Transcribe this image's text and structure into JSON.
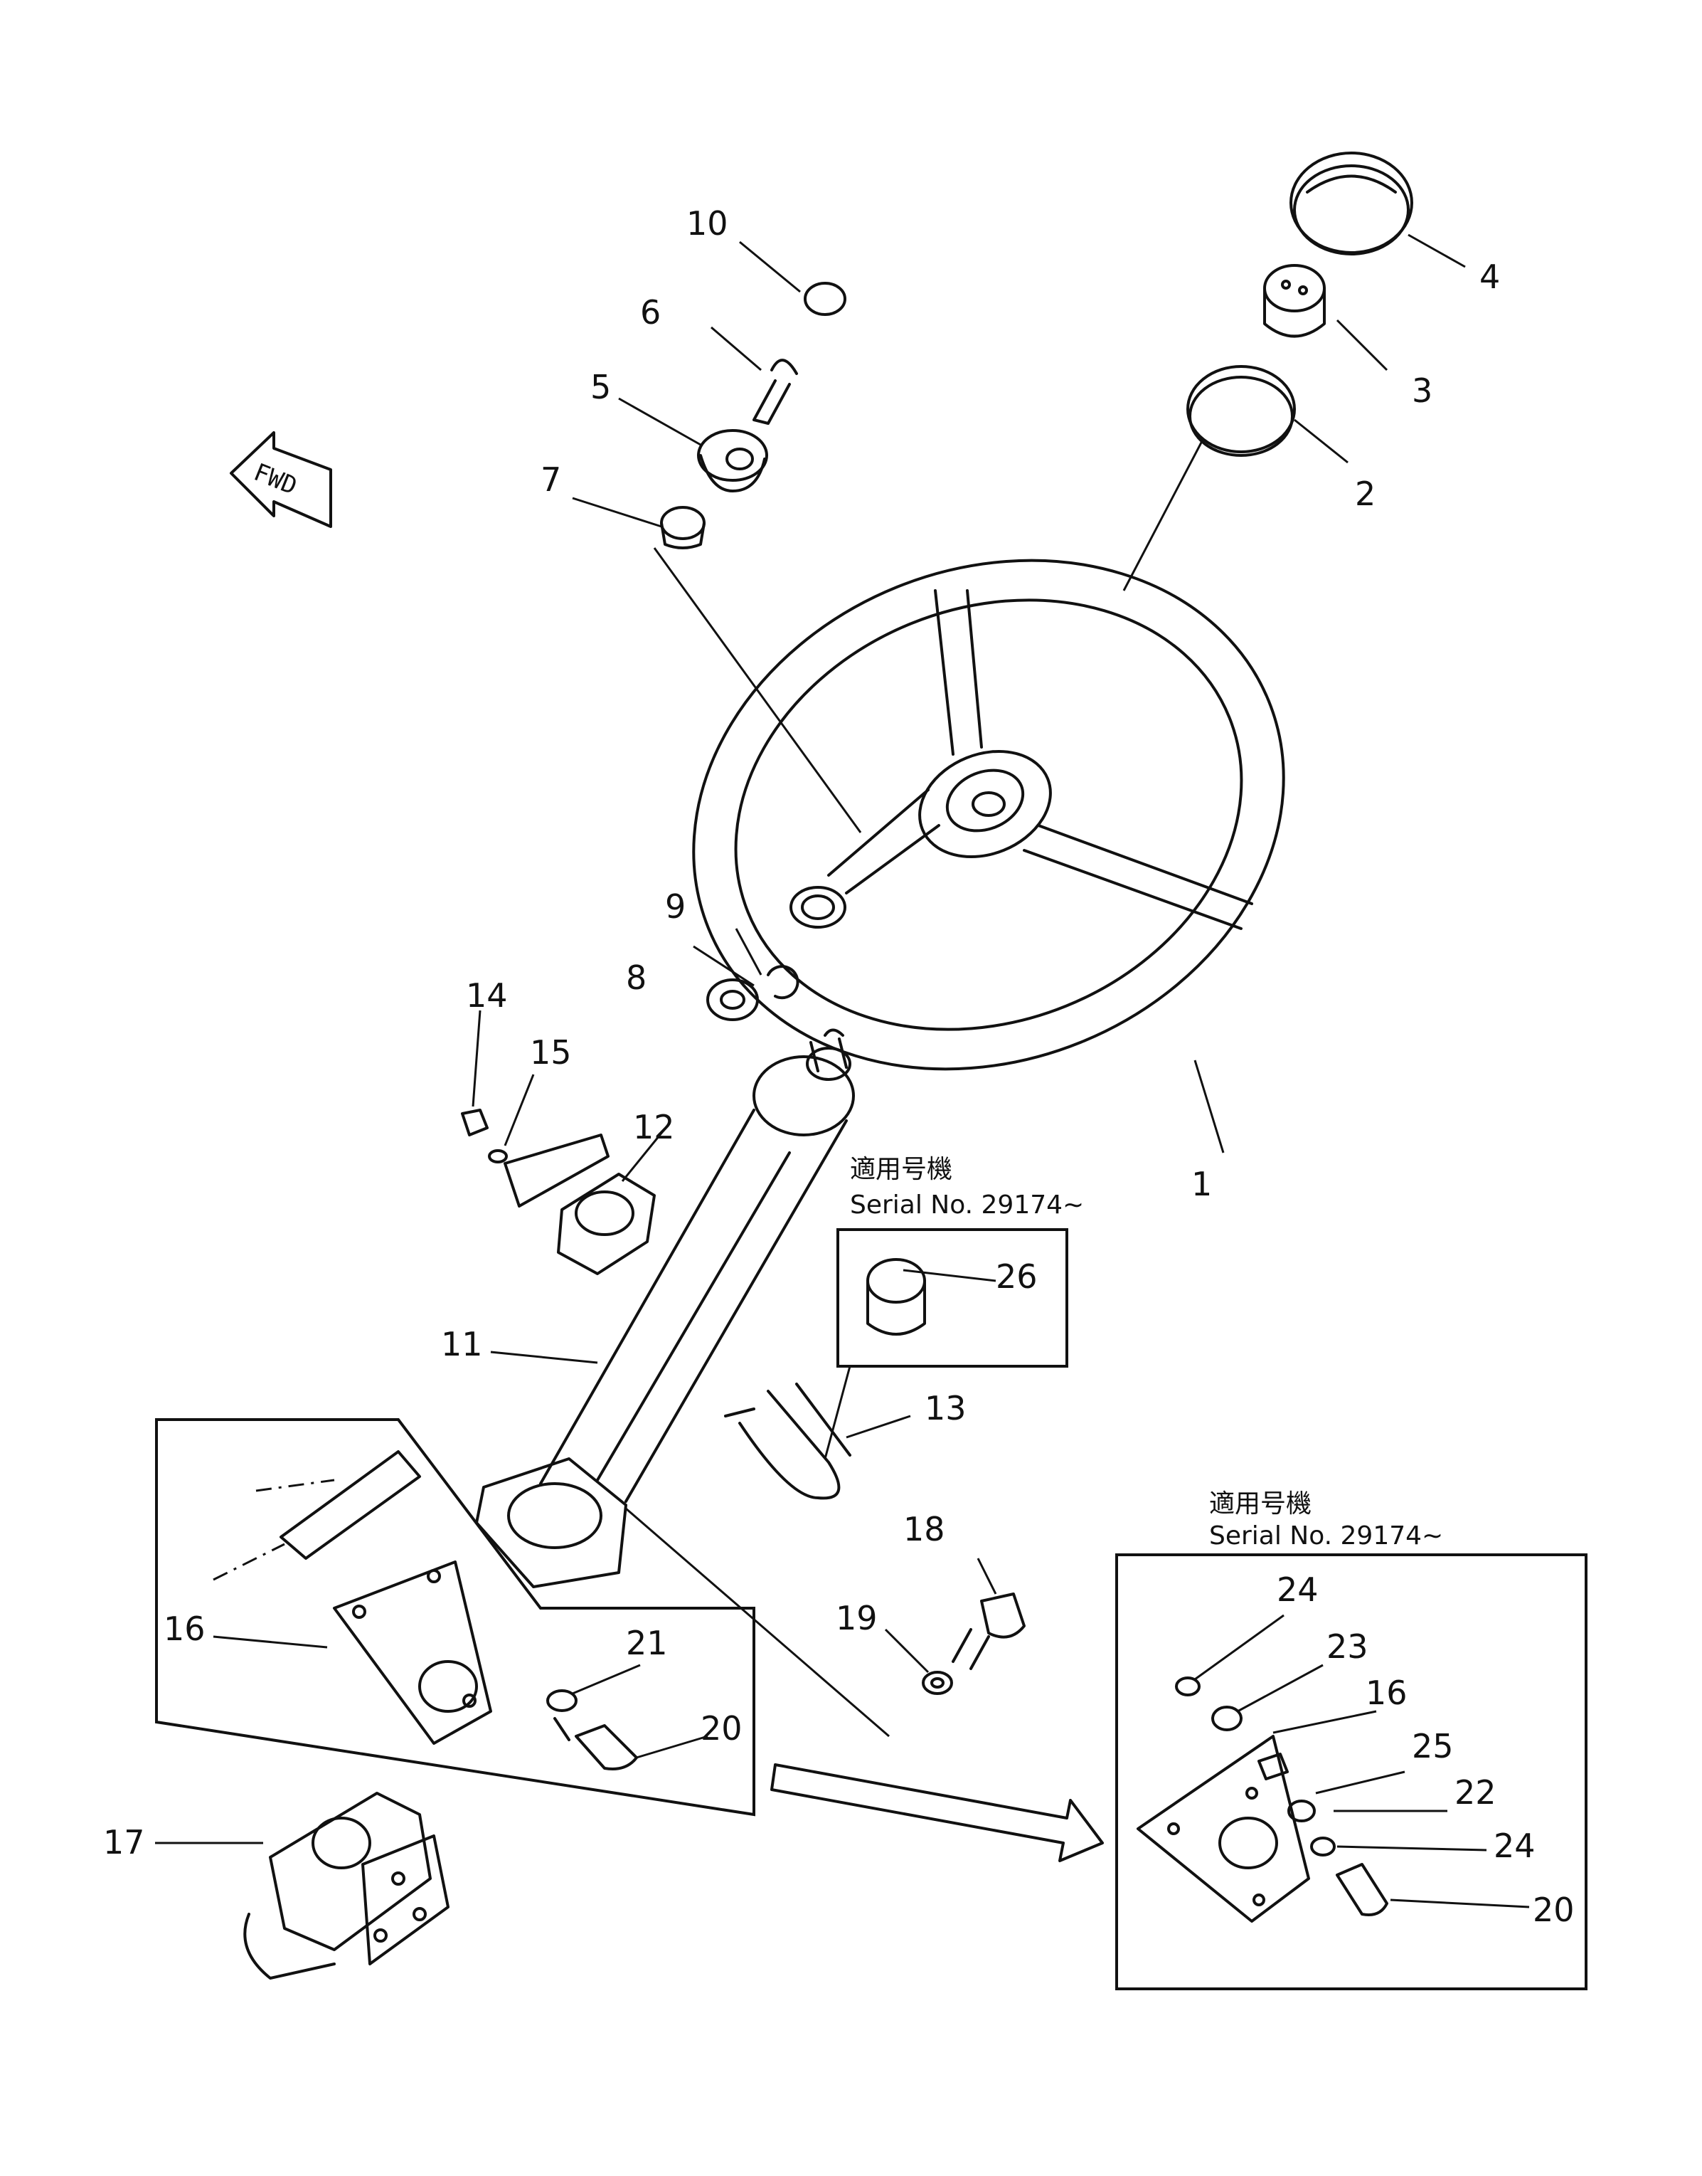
{
  "forward_marker": "FWD",
  "serial_notes": {
    "upper": {
      "line1": "適用号機",
      "line2": "Serial No. 29174∼"
    },
    "lower": {
      "line1": "適用号機",
      "line2": "Serial No. 29174∼"
    }
  },
  "callouts": {
    "c1": "1",
    "c2": "2",
    "c3": "3",
    "c4": "4",
    "c5": "5",
    "c6": "6",
    "c7": "7",
    "c8": "8",
    "c9": "9",
    "c10": "10",
    "c11": "11",
    "c12": "12",
    "c13": "13",
    "c14": "14",
    "c15": "15",
    "c16a": "16",
    "c16b": "16",
    "c17": "17",
    "c18": "18",
    "c19": "19",
    "c20a": "20",
    "c20b": "20",
    "c21": "21",
    "c22": "22",
    "c23": "23",
    "c24a": "24",
    "c24b": "24",
    "c25": "25",
    "c26": "26"
  }
}
